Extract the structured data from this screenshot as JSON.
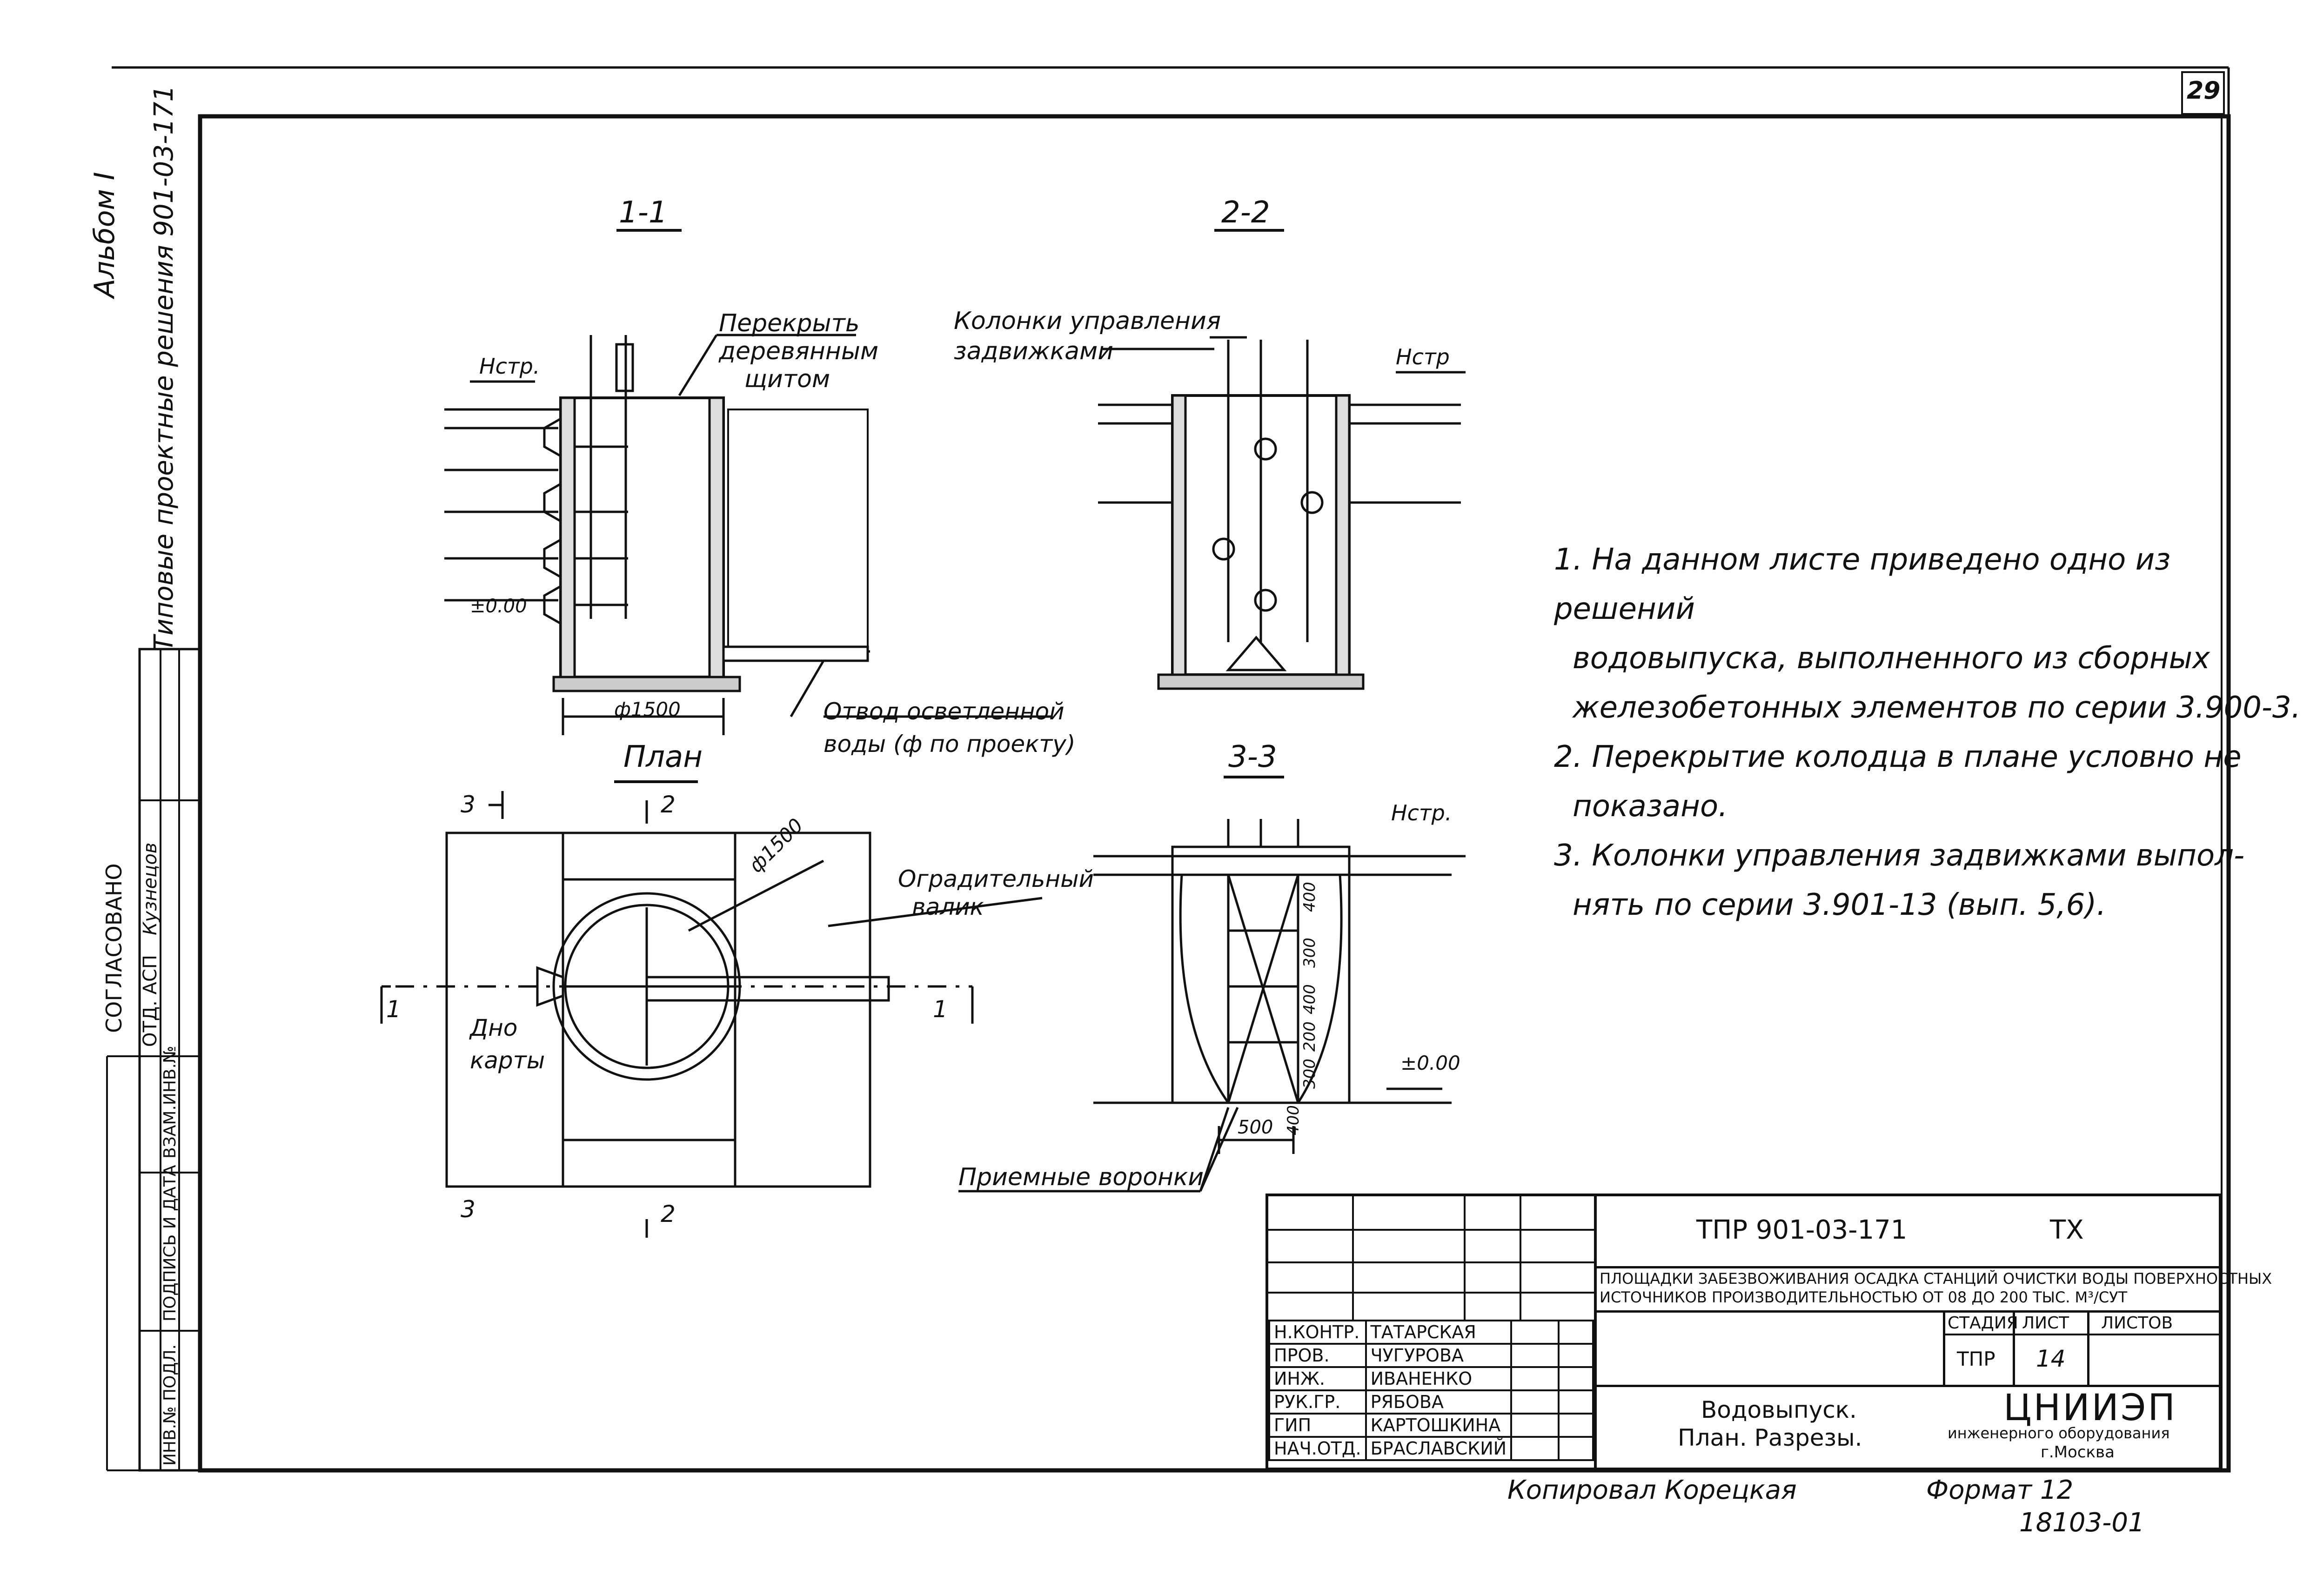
{
  "sheet": {
    "page_number": "29",
    "copied_by": "Копировал Корецкая",
    "format": "Формат 12",
    "inventory": "18103-01"
  },
  "side": {
    "album": "Альбом I",
    "series": "Типовые проектные решения 901-03-171",
    "approved": "СОГЛАСОВАНО",
    "dept_label": "ОТД. АСП",
    "dept_person": "Кузнецов",
    "stamp_cols": [
      "ВЗАМ.ИНВ.№",
      "ПОДПИСЬ И ДАТА",
      "ИНВ.№ ПОДЛ."
    ]
  },
  "views": {
    "s11": {
      "title": "1-1",
      "callout_cover": [
        "Перекрыть",
        "деревянным",
        "щитом"
      ],
      "level_top": "Hстр.",
      "level_zero": "±0.00",
      "diameter": "ф1500",
      "callout_drain": [
        "Отвод осветленной",
        "воды (ф по проекту)"
      ]
    },
    "s22": {
      "title": "2-2",
      "callout_columns": [
        "Колонки управления",
        "задвижками"
      ],
      "level_top": "Hстр"
    },
    "plan": {
      "title": "План",
      "diameter": "ф1500",
      "callout_bank": [
        "Оградительный",
        "валик"
      ],
      "bottom_label": [
        "Дно",
        "карты"
      ],
      "marks": [
        "1",
        "1",
        "2",
        "2",
        "3",
        "3"
      ]
    },
    "s33": {
      "title": "3-3",
      "level_top": "Hстр.",
      "level_zero": "±0.00",
      "dim_500": "500",
      "dims_vertical": [
        "400",
        "300",
        "400",
        "200",
        "300",
        "400"
      ],
      "callout_funnels": "Приемные воронки"
    }
  },
  "notes": [
    "1. На данном листе приведено одно из решений",
    "водовыпуска, выполненного из сборных",
    "железобетонных элементов по серии 3.900-3.",
    "2. Перекрытие колодца в плане условно не",
    "показано.",
    "3. Колонки управления задвижками выпол-",
    "нять по серии 3.901-13 (вып. 5,6)."
  ],
  "title_block": {
    "code": "ТПР 901-03-171",
    "mark": "ТХ",
    "project_line1": "ПЛОЩАДКИ ЗАБЕЗВОЖИВАНИЯ ОСАДКА СТАНЦИЙ ОЧИСТКИ ВОДЫ ПОВЕРХНОСТНЫХ",
    "project_line2": "ИСТОЧНИКОВ ПРОИЗВОДИТЕЛЬНОСТЬЮ ОТ 08 ДО 200 ТЫС. М³/СУТ",
    "stage_label": "СТАДИЯ",
    "sheet_label": "ЛИСТ",
    "sheets_label": "ЛИСТОВ",
    "stage": "ТПР",
    "sheet": "14",
    "sheets": "",
    "drawing_title_1": "Водовыпуск.",
    "drawing_title_2": "План. Разрезы.",
    "org_1": "ЦНИИЭП",
    "org_2": "инженерного оборудования",
    "org_3": "г.Москва",
    "roles": [
      {
        "role": "Н.КОНТР.",
        "name": "ТАТАРСКАЯ"
      },
      {
        "role": "ПРОВ.",
        "name": "ЧУГУРОВА"
      },
      {
        "role": "ИНЖ.",
        "name": "ИВАНЕНКО"
      },
      {
        "role": "РУК.ГР.",
        "name": "РЯБОВА"
      },
      {
        "role": "ГИП",
        "name": "КАРТОШКИНА"
      },
      {
        "role": "НАЧ.ОТД.",
        "name": "БРАСЛАВСКИЙ"
      }
    ]
  }
}
